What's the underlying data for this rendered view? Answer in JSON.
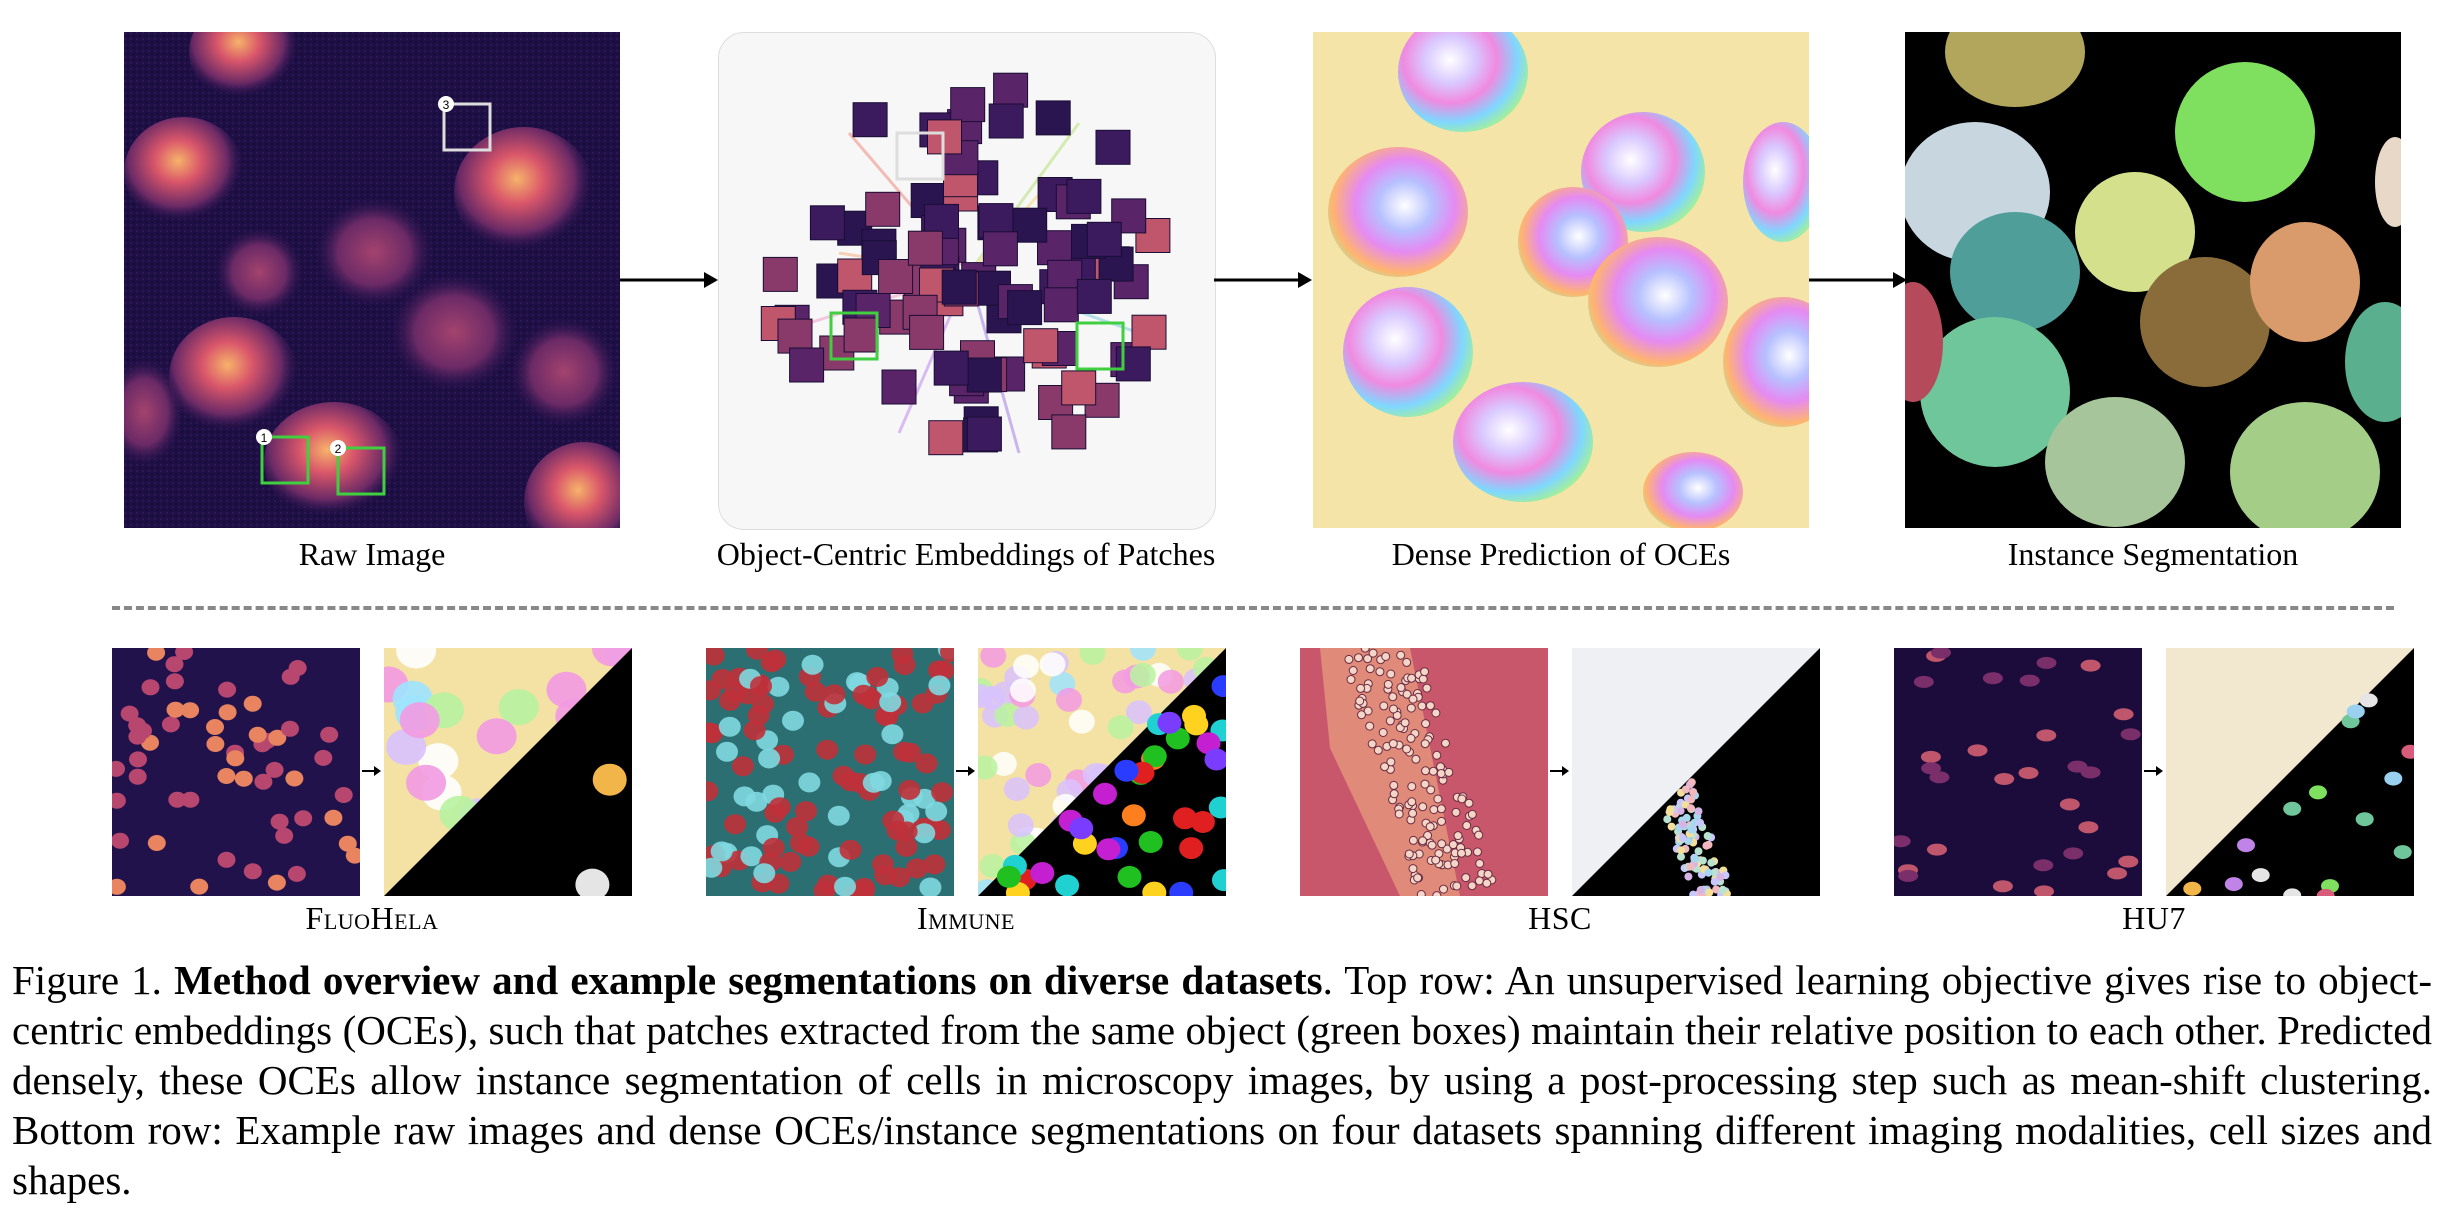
{
  "top_row": {
    "captions": [
      "Raw Image",
      "Object-Centric Embeddings of Patches",
      "Dense Prediction of OCEs",
      "Instance Segmentation"
    ],
    "patch_markers": [
      "1",
      "2",
      "3"
    ]
  },
  "bottom_row": {
    "datasets": [
      "FluoHela",
      "Immune",
      "HSC",
      "HU7"
    ]
  },
  "figure_caption": {
    "label": "Figure 1.",
    "title": "Method overview and example segmentations on diverse datasets",
    "body": ". Top row: An unsupervised learning objective gives rise to object-centric embeddings (OCEs), such that patches extracted from the same object (green boxes) maintain their relative position to each other. Predicted densely, these OCEs allow instance segmentation of cells in microscopy images, by using a post-processing step such as mean-shift clustering. Bottom row: Example raw images and dense OCEs/instance segmentations on four datasets spanning different imaging modalities, cell sizes and shapes."
  },
  "colors": {
    "raw_bg": "#1e0f45",
    "green_box": "#3fcf3f",
    "seg_bg": "#000000"
  }
}
